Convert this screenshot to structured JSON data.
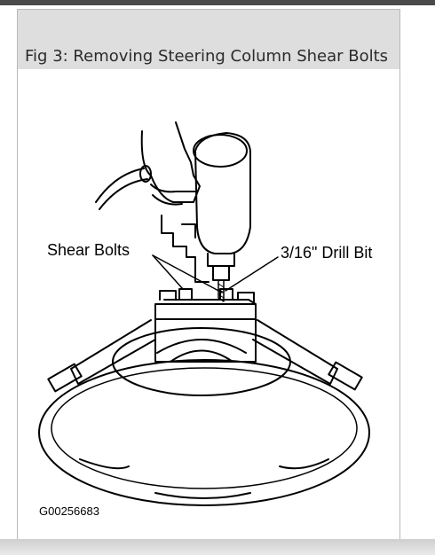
{
  "figure": {
    "caption": "Fig 3: Removing Steering Column Shear Bolts",
    "callouts": {
      "shear_bolts": "Shear Bolts",
      "drill_bit": "3/16\" Drill Bit"
    },
    "code": "G00256683"
  }
}
